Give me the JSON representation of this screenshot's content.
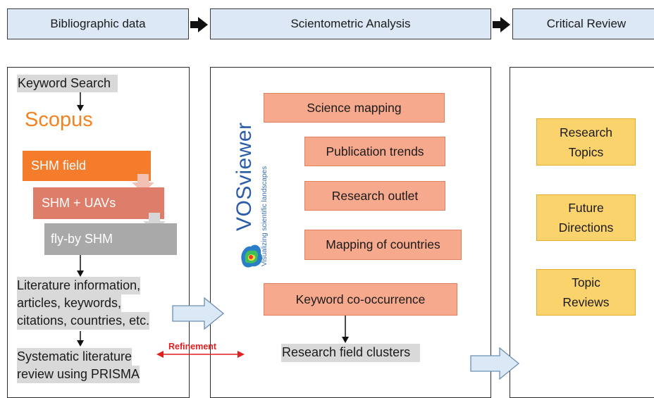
{
  "headers": {
    "bibliographic": "Bibliographic data",
    "scientometric": "Scientometric Analysis",
    "critical": "Critical Review"
  },
  "left_panel": {
    "keyword_search": "Keyword Search",
    "scopus": "Scopus",
    "steps": [
      "SHM field",
      "SHM + UAVs",
      "fly-by SHM"
    ],
    "literature_lines": [
      "Literature information,",
      "articles, keywords,",
      "citations, countries, etc."
    ],
    "systematic_lines": [
      "Systematic literature",
      "review using PRISMA"
    ]
  },
  "refinement": "Refinement",
  "middle_panel": {
    "vosviewer_title": "VOSviewer",
    "vosviewer_tagline": "Visualizing scientific landscapes",
    "boxes": [
      "Science mapping",
      "Publication trends",
      "Research outlet",
      "Mapping of countries",
      "Keyword co-occurrence"
    ],
    "clusters": "Research field clusters"
  },
  "right_panel": {
    "topics": [
      {
        "line1": "Research",
        "line2": "Topics"
      },
      {
        "line1": "Future",
        "line2": "Directions"
      },
      {
        "line1": "Topic",
        "line2": "Reviews"
      }
    ]
  },
  "colors": {
    "header_fill": "#dce8f5",
    "step1": "#f57c2a",
    "step2": "#de7e6a",
    "step3": "#a9a9a9",
    "orange_box": "#f6a98c",
    "yellow_box": "#fbd36c",
    "flow_arrow": "#dbe8f6",
    "refinement": "#e01f1f"
  }
}
